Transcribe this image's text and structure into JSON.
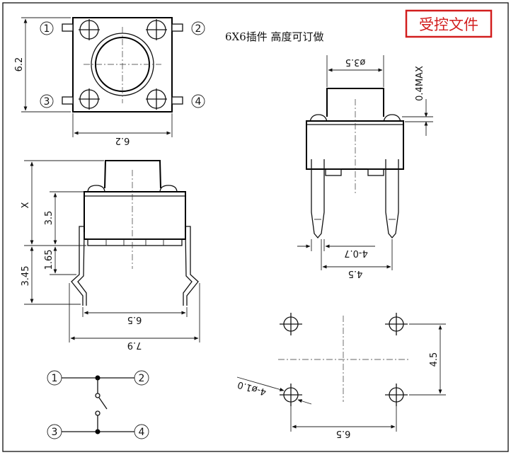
{
  "title": "6X6插件    高度可订做",
  "stamp": {
    "text": "受控文件",
    "color": "#d21e1e"
  },
  "pins": [
    "1",
    "2",
    "3",
    "4"
  ],
  "dims": {
    "top_height": "6.2",
    "top_width": "6.2",
    "side_x": "X",
    "side_body": "3.5",
    "side_lead_a": "1.65",
    "side_lead_b": "3.45",
    "side_pitch": "6.5",
    "side_overall": "7.9",
    "front_dia": "ø3.5",
    "front_max": "0.4MAX",
    "front_pin_w": "4-0.7",
    "front_pitch": "4.5",
    "pcb_v": "4.5",
    "pcb_h": "6.5",
    "pcb_hole": "4-ø1.0"
  }
}
